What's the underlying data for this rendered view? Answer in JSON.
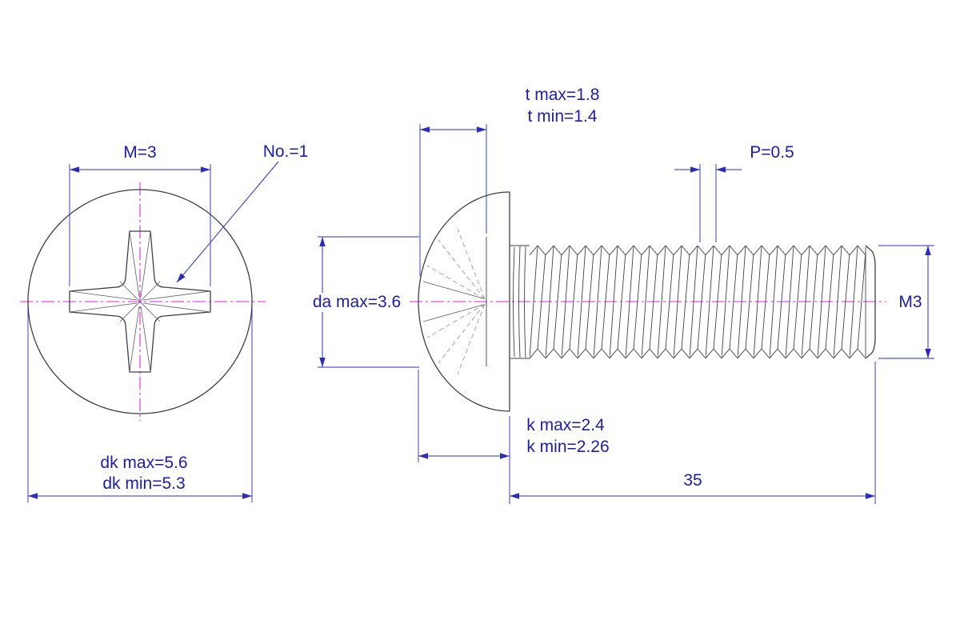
{
  "drawing": {
    "front_view": {
      "m_label": "M=3",
      "no_label": "No.=1",
      "dk_max_label": "dk max=5.6",
      "dk_min_label": "dk min=5.3"
    },
    "side_view": {
      "t_max_label": "t max=1.8",
      "t_min_label": "t min=1.4",
      "p_label": "P=0.5",
      "da_label": "da max=3.6",
      "m3_label": "M3",
      "k_max_label": "k max=2.4",
      "k_min_label": "k min=2.26",
      "length_label": "35"
    },
    "colors": {
      "dimension": "#2b2bc4",
      "text": "#1c1cae",
      "centerline": "#e822e8",
      "outline": "#3f3f49",
      "hidden": "#9d9da6",
      "background": "#ffffff"
    }
  }
}
